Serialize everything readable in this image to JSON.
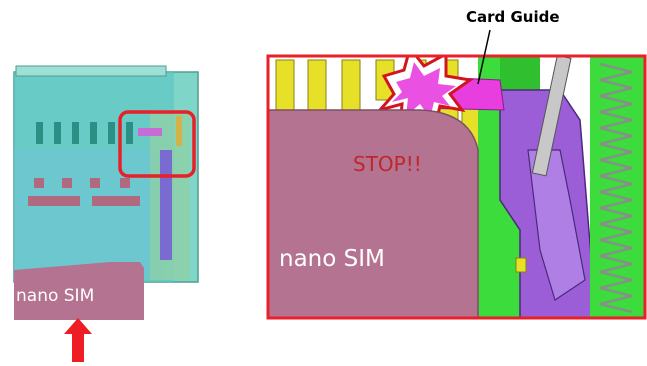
{
  "labels": {
    "card_guide": "Card Guide",
    "stop": "STOP!!",
    "sim_left": "nano SIM",
    "sim_right": "nano SIM"
  },
  "colors": {
    "sim_card": "#b47390",
    "highlight_border": "#e8202a",
    "insert_arrow": "#ee1c24",
    "card_guide": "#e83ee0",
    "stop_text": "#c0262a",
    "spring": "#8c8c8c",
    "frame_green": "#3bdc3b",
    "lever_purple": "#9b5ed6",
    "terminal_yellow": "#e6e028"
  },
  "icons": {
    "insert_direction": "arrow-up-icon",
    "impact": "starburst-icon"
  }
}
